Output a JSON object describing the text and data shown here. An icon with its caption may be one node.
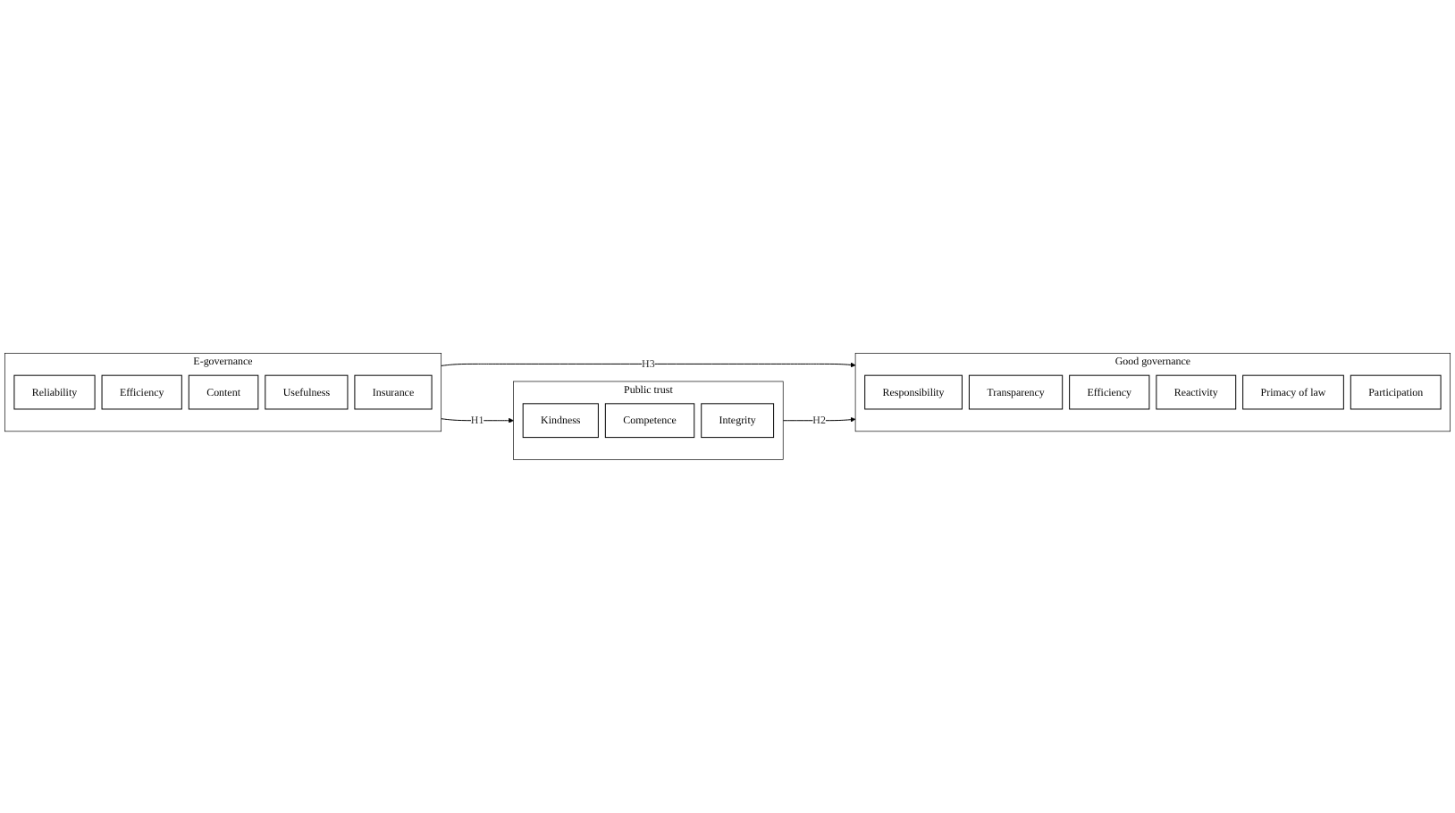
{
  "diagram": {
    "nodes": [
      {
        "text": [
          "E-governance"
        ]
      },
      {
        "text": [
          "Reliability"
        ],
        "in": 0
      },
      {
        "text": [
          "Efficiency"
        ],
        "in": 0
      },
      {
        "text": [
          "Content"
        ],
        "in": 0
      },
      {
        "text": [
          "Usefulness"
        ],
        "in": 0
      },
      {
        "text": [
          "Insurance"
        ],
        "in": 0
      },
      {
        "text": [
          "Public trust"
        ]
      },
      {
        "text": [
          "Kindness"
        ],
        "in": 6
      },
      {
        "text": [
          "Competence"
        ],
        "in": 6
      },
      {
        "text": [
          "Integrity"
        ],
        "in": 6
      },
      {
        "text": [
          "Good governance"
        ]
      },
      {
        "text": [
          "Responsibility"
        ],
        "in": 10
      },
      {
        "text": [
          "Transparency"
        ],
        "in": 10
      },
      {
        "text": [
          "Efficiency"
        ],
        "in": 10
      },
      {
        "text": [
          "Reactivity"
        ],
        "in": 10
      },
      {
        "text": [
          "Primacy of law"
        ],
        "in": 10
      },
      {
        "text": [
          "Participation"
        ],
        "in": 10
      }
    ],
    "edges": [
      {
        "from": 0,
        "to": 10,
        "arrow": "to",
        "label": "H3"
      },
      {
        "from": 0,
        "to": 6,
        "arrow": "to",
        "label": "H1"
      },
      {
        "from": 6,
        "to": 10,
        "arrow": "to",
        "label": "H2"
      }
    ]
  }
}
